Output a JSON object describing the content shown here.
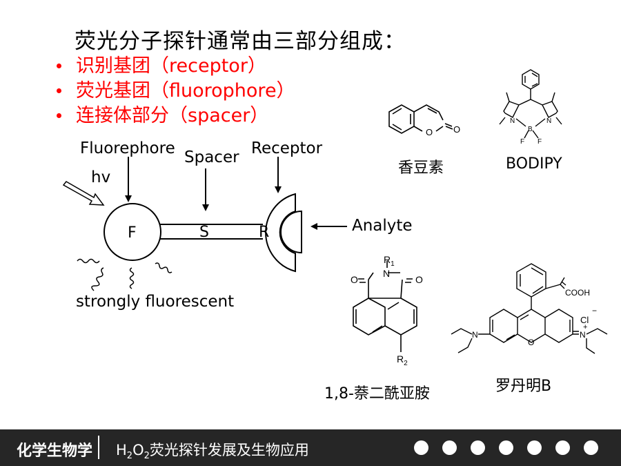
{
  "slide": {
    "title": "荧光分子探针通常由三部分组成：",
    "bullets": [
      {
        "text": "识别基团（receptor）"
      },
      {
        "text": "荧光基团（fluorophore）"
      },
      {
        "text": "连接体部分（spacer）"
      }
    ]
  },
  "diagram": {
    "fluorephore_label": "Fluorephore",
    "spacer_label": "Spacer",
    "receptor_label": "Receptor",
    "hv_label": "hv",
    "f_letter": "F",
    "s_letter": "S",
    "r_letter": "R",
    "analyte_label": "Analyte",
    "fluorescent_label": "strongly fluorescent"
  },
  "structures": {
    "coumarin_name": "香豆素",
    "bodipy_name": "BODIPY",
    "naphthalimide_name": "1,8-萘二酰亚胺",
    "rhodamine_name": "罗丹明B",
    "atoms": {
      "o": "O",
      "n": "N",
      "b": "B",
      "f": "F",
      "r1": "R",
      "r1_sub": "1",
      "r2": "R",
      "r2_sub": "2",
      "cooh": "COOH",
      "cl": "Cl",
      "minus": "−",
      "plus": "+"
    }
  },
  "footer": {
    "course": "化学生物学",
    "topic_h": "H",
    "topic_2a": "2",
    "topic_o": "O",
    "topic_2b": "2",
    "topic_rest": "荧光探针发展及生物应用",
    "dot_count": 7,
    "colors": {
      "bar": "#262626",
      "text": "#ffffff"
    }
  },
  "colors": {
    "accent": "#ff0000"
  }
}
